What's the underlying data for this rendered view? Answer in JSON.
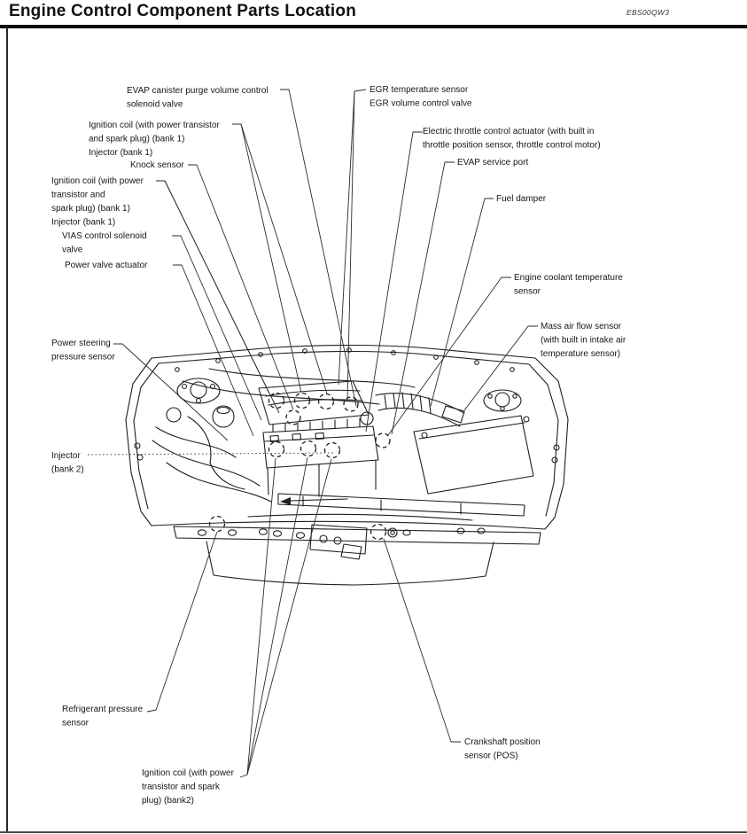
{
  "page": {
    "title": "Engine Control Component Parts Location",
    "doc_code": "EBS00QW3"
  },
  "colors": {
    "ink": "#1f1f1f",
    "leader_line": "#2b2b2b",
    "title_rule": "#0d0d0d"
  },
  "labels": {
    "evap_canister_purge": {
      "lines": [
        "EVAP canister purge volume control",
        "solenoid valve"
      ]
    },
    "ignition_coil_bank1_a": {
      "lines": [
        "Ignition coil (with power transistor",
        "and spark plug) (bank 1)",
        "Injector (bank 1)"
      ]
    },
    "knock_sensor": {
      "lines": [
        "Knock sensor"
      ]
    },
    "ignition_coil_bank1_b": {
      "lines": [
        "Ignition coil (with power",
        "transistor and",
        "spark plug) (bank 1)",
        "Injector (bank 1)"
      ]
    },
    "vias_control": {
      "lines": [
        "VIAS control solenoid",
        "valve"
      ]
    },
    "power_valve_actuator": {
      "lines": [
        "Power valve actuator"
      ]
    },
    "power_steering": {
      "lines": [
        "Power steering",
        "pressure sensor"
      ]
    },
    "injector_bank2": {
      "lines": [
        "Injector",
        "(bank 2)"
      ]
    },
    "refrigerant_pressure": {
      "lines": [
        "Refrigerant pressure",
        "sensor"
      ]
    },
    "ignition_coil_bank2": {
      "lines": [
        "Ignition coil (with power",
        "transistor and spark",
        "plug) (bank2)"
      ]
    },
    "egr": {
      "lines": [
        "EGR temperature sensor",
        "EGR volume control valve"
      ]
    },
    "electric_throttle": {
      "lines": [
        "Electric throttle control actuator (with built in",
        "throttle position sensor, throttle control motor)"
      ]
    },
    "evap_service_port": {
      "lines": [
        "EVAP service port"
      ]
    },
    "fuel_damper": {
      "lines": [
        "Fuel damper"
      ]
    },
    "engine_coolant_temp": {
      "lines": [
        "Engine coolant temperature",
        "sensor"
      ]
    },
    "mass_air_flow": {
      "lines": [
        "Mass air flow sensor",
        "(with built in intake air",
        "temperature sensor)"
      ]
    },
    "crankshaft_position": {
      "lines": [
        "Crankshaft position",
        "sensor (POS)"
      ]
    }
  }
}
